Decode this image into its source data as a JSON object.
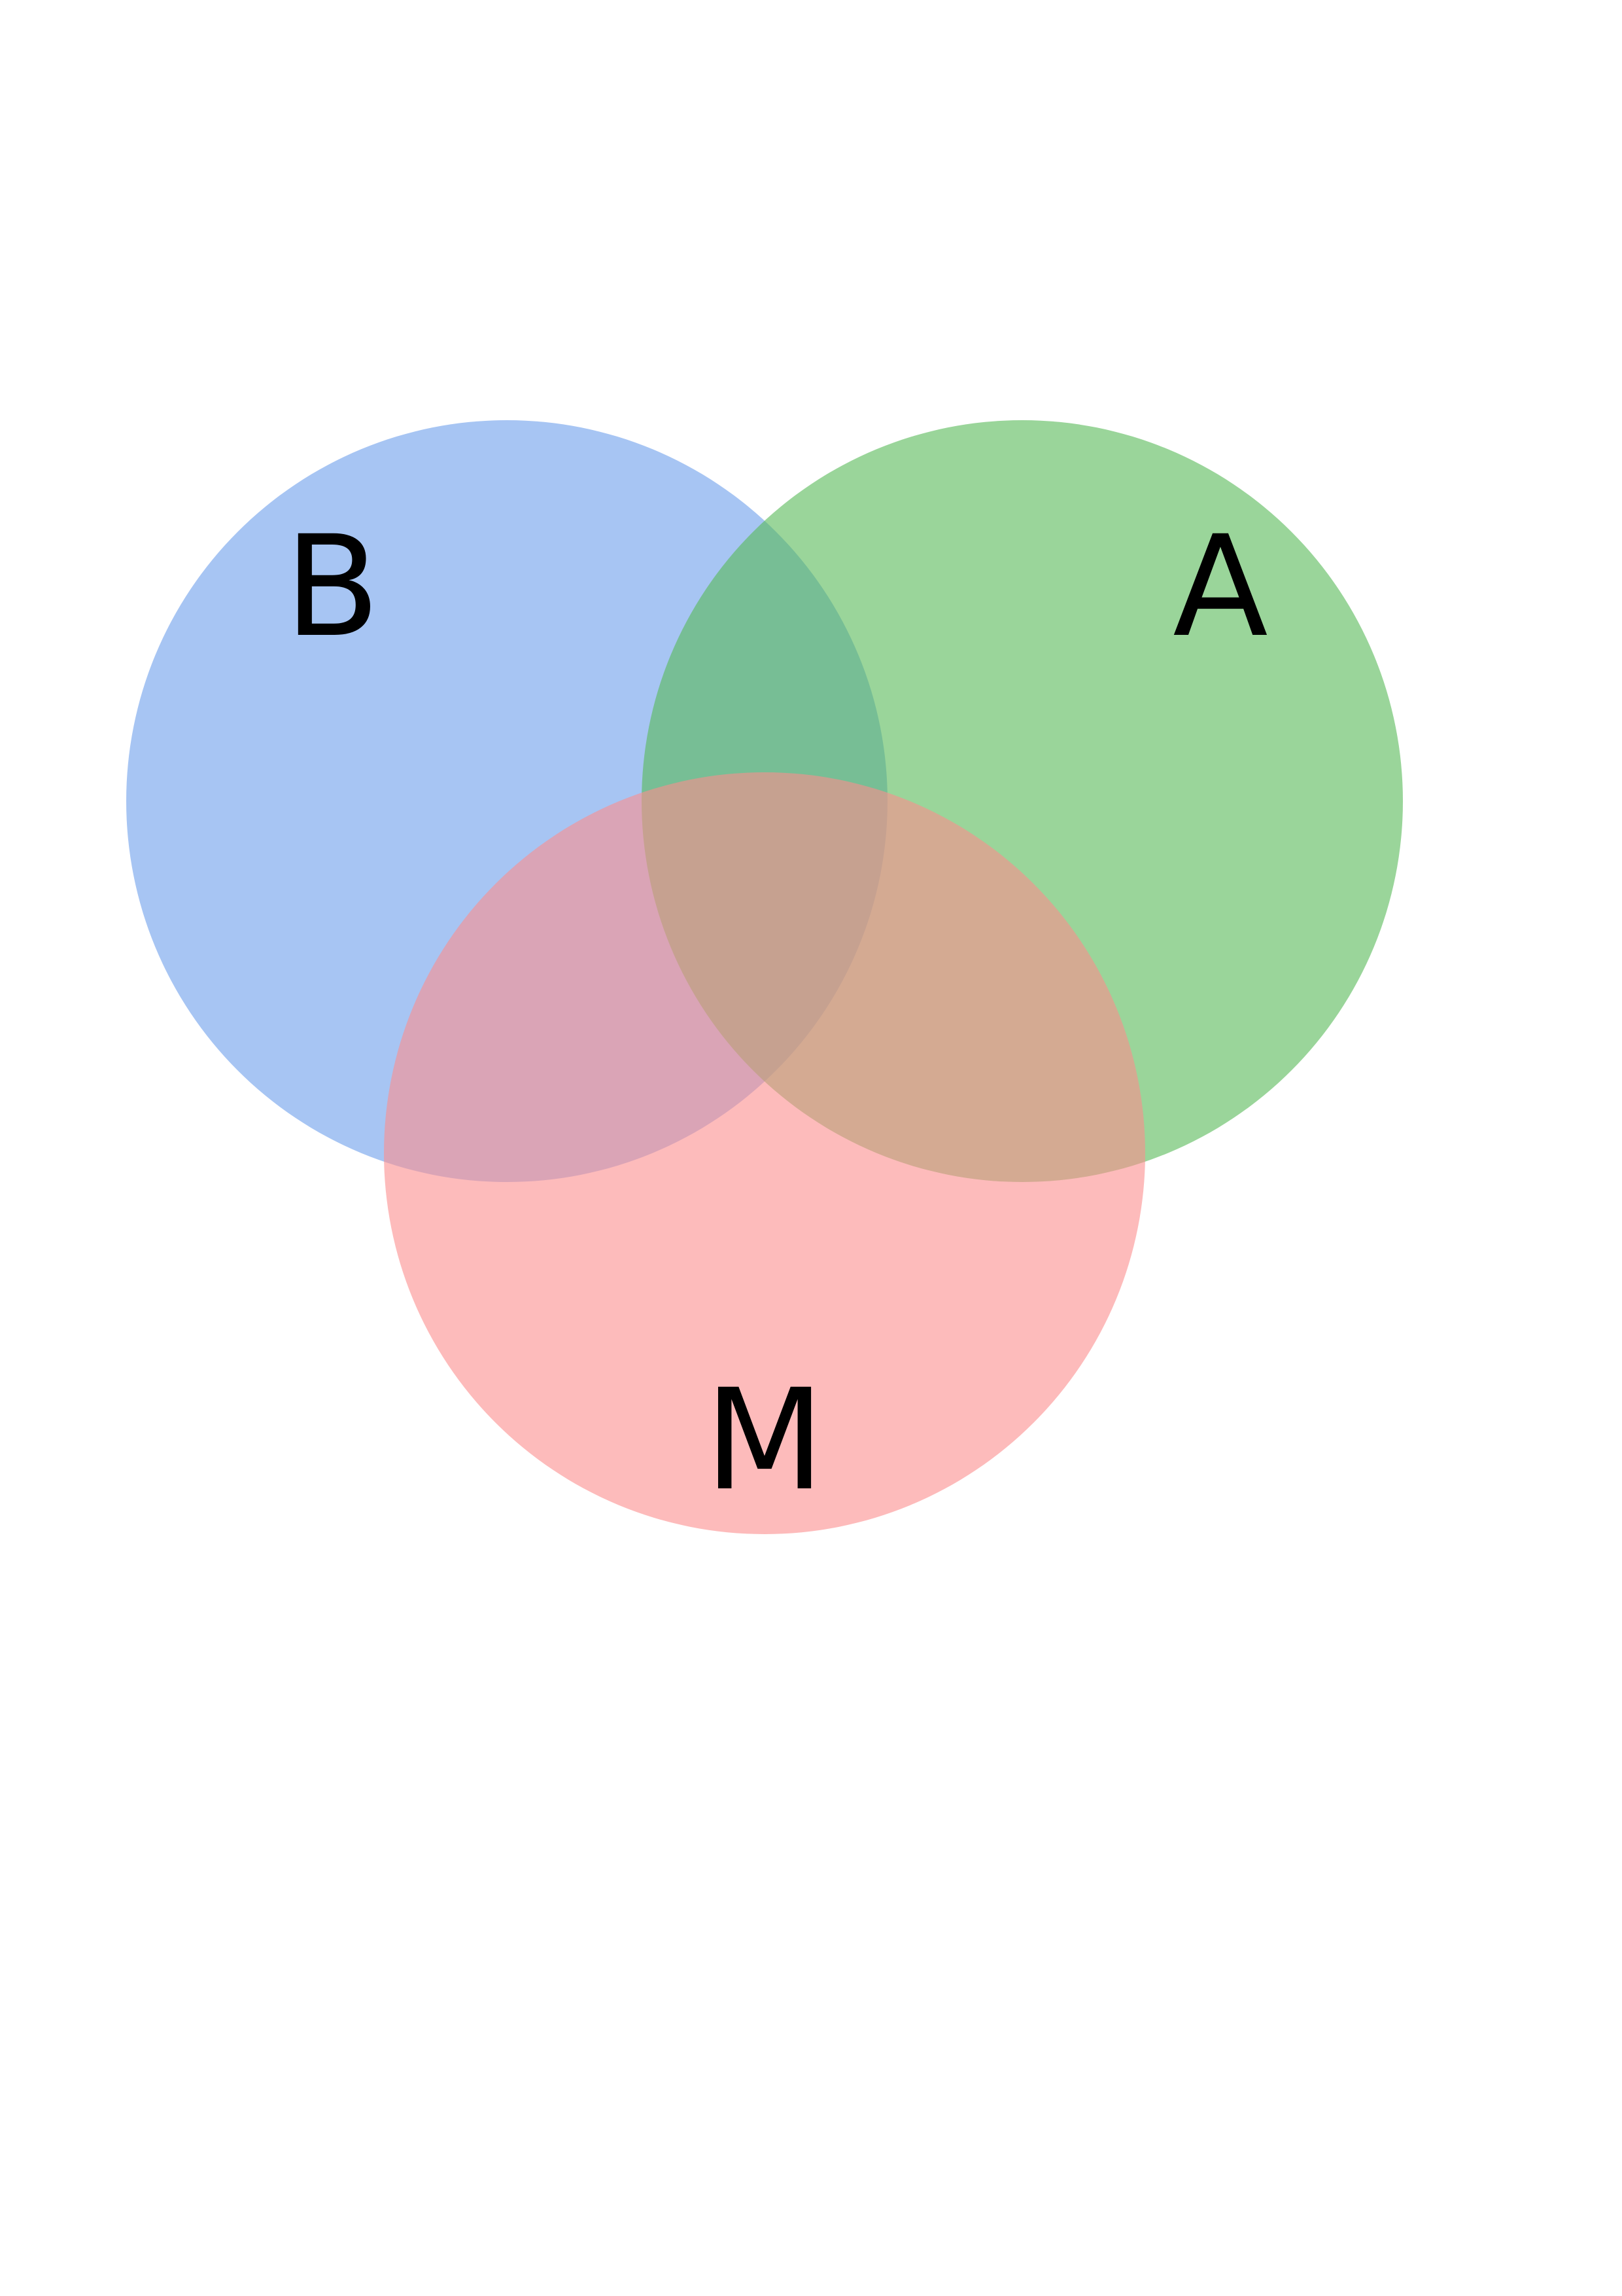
{
  "diagram": {
    "type": "venn",
    "sets": [
      {
        "id": "B",
        "label": "B",
        "color": "#6d9eeb"
      },
      {
        "id": "A",
        "label": "A",
        "color": "#57b957"
      },
      {
        "id": "M",
        "label": "M",
        "color": "#fc8e8e"
      }
    ],
    "circle_opacity": 0.6,
    "background": "#ffffff"
  }
}
